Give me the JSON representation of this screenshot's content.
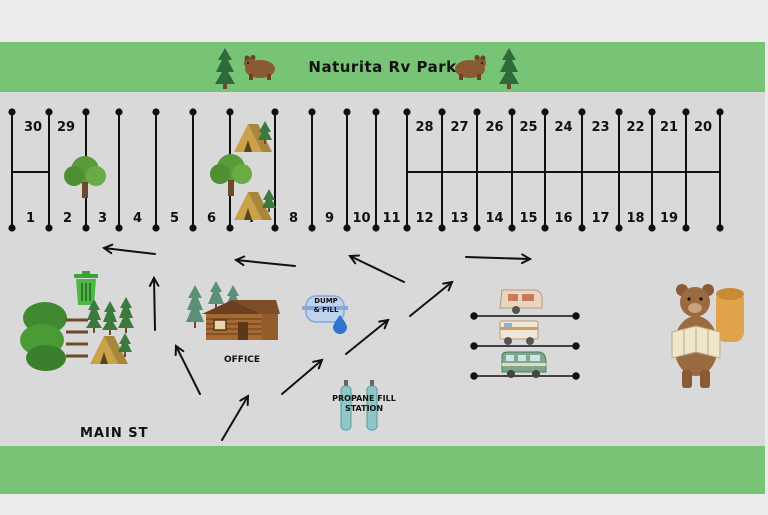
{
  "park_name": "Naturita Rv Park",
  "street_label": "MAIN ST",
  "office_label": "OFFICE",
  "dump_label_line1": "DUMP",
  "dump_label_line2": "& FILL",
  "propane_label_line1": "PROPANE FILL",
  "propane_label_line2": "STATION",
  "sites_bottom_row": [
    "1",
    "2",
    "3",
    "4",
    "5",
    "6",
    "7",
    "8",
    "9",
    "10",
    "11",
    "12",
    "13",
    "14",
    "15",
    "16",
    "17",
    "18",
    "19"
  ],
  "sites_top_left": [
    "30",
    "29"
  ],
  "sites_top_right": [
    "28",
    "27",
    "26",
    "25",
    "24",
    "23",
    "22",
    "21",
    "20"
  ],
  "colors": {
    "band_green": "#77c476",
    "ground": "#d9d9d9",
    "line": "#111111"
  },
  "icons": [
    "pine-tree-icon",
    "bear-icon",
    "tent-icon",
    "tree-icon",
    "trash-can-icon",
    "log-cabin-icon",
    "water-drop-icon",
    "propane-tank-icon",
    "camper-icon",
    "rv-icon",
    "van-icon",
    "hiking-bear-icon"
  ]
}
